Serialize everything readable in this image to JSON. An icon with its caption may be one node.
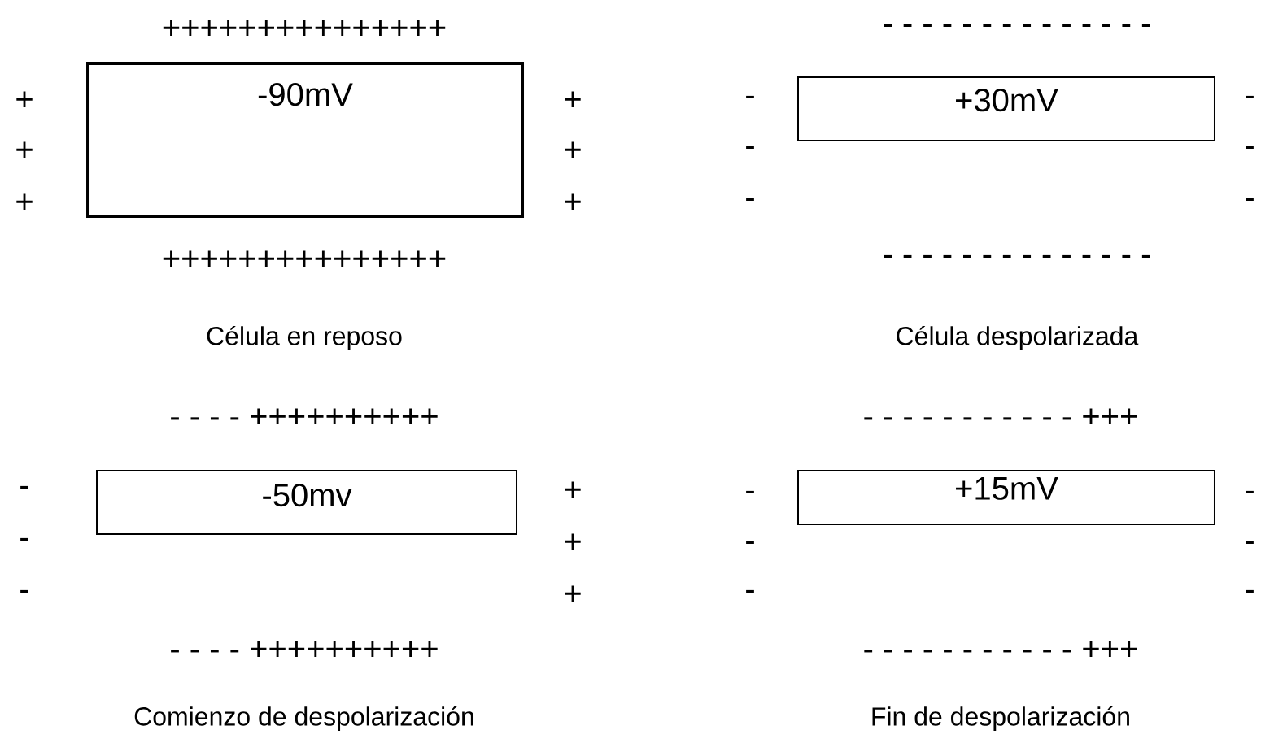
{
  "diagram": {
    "nodes": [
      {
        "text": [
          "-90mV"
        ]
      },
      {
        "text": [
          "+30mV"
        ]
      },
      {
        "text": [
          "-50mv"
        ]
      },
      {
        "text": [
          "+15mV"
        ]
      }
    ],
    "labels": [
      "+++++++++++++++",
      "- - - - - - - - - - - - - -",
      "+",
      "+",
      "-",
      "-",
      "+",
      "+",
      "-",
      "-",
      "+",
      "+",
      "-",
      "-",
      "+++++++++++++++",
      "- - - - - - - - - - - - - -",
      "Célula en reposo",
      "Célula despolarizada",
      "- - - - ++++++++++",
      "- - - - - - - - - - - +++",
      "-",
      "+",
      "-",
      "-",
      "-",
      "+",
      "-",
      "-",
      "-",
      "+",
      "-",
      "-",
      "- - - - ++++++++++",
      "- - - - - - - - - - - +++",
      "Comienzo de despolarización",
      "Fin de despolarización"
    ]
  }
}
